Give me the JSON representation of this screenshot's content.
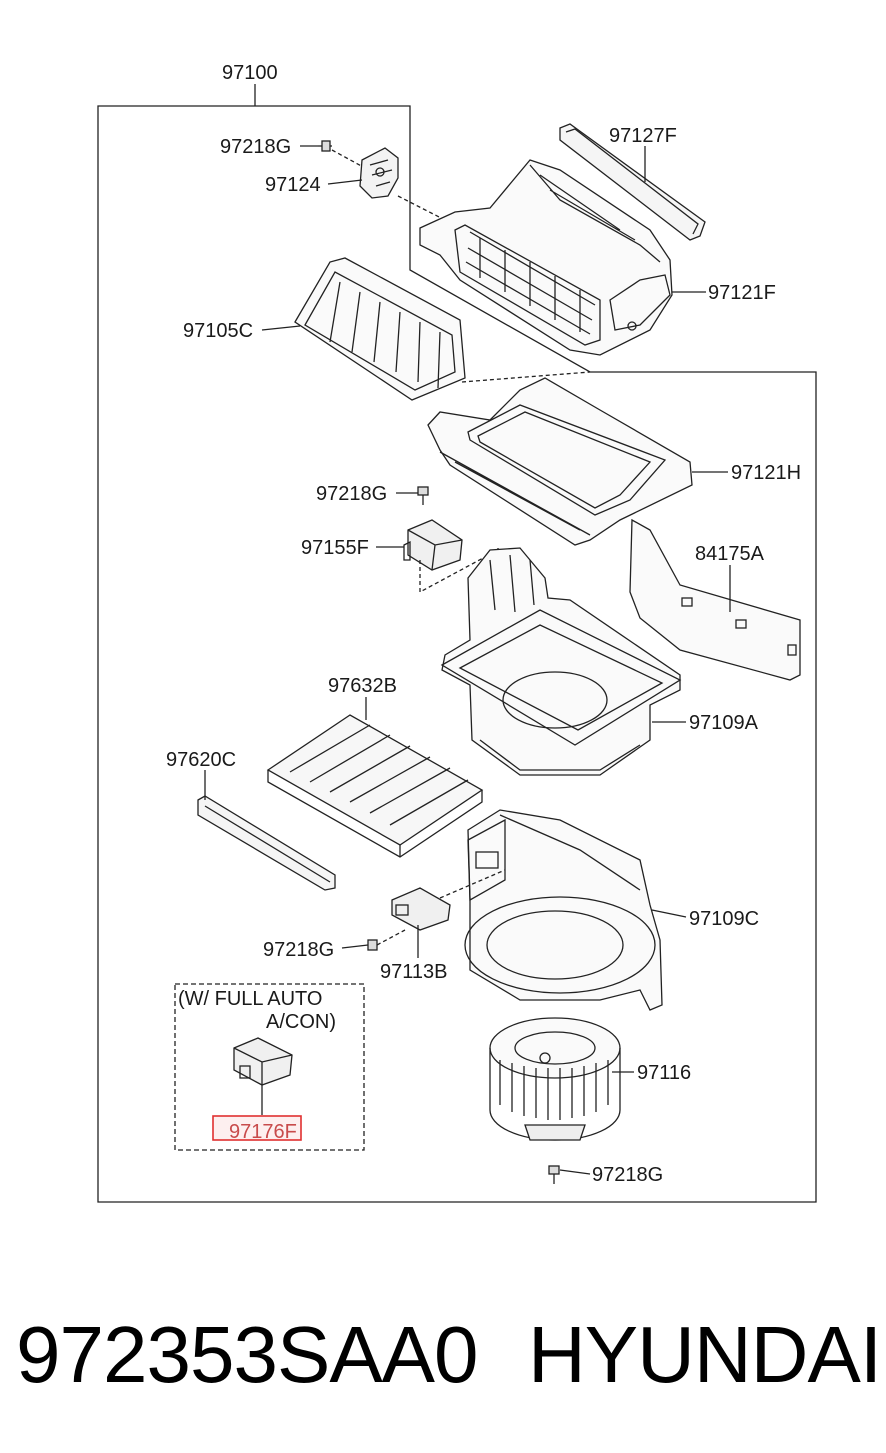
{
  "diagram": {
    "assembly_ref": "97100",
    "parts": {
      "p97218g_a": "97218G",
      "p97124": "97124",
      "p97127f": "97127F",
      "p97121f": "97121F",
      "p97105c": "97105C",
      "p97121h": "97121H",
      "p97218g_b": "97218G",
      "p97155f": "97155F",
      "p84175a": "84175A",
      "p97632b": "97632B",
      "p97109a": "97109A",
      "p97620c": "97620C",
      "p97109c": "97109C",
      "p97218g_c": "97218G",
      "p97113b": "97113B",
      "p97116": "97116",
      "p97218g_d": "97218G",
      "p97176f": "97176F"
    },
    "option_note": {
      "line1": "(W/ FULL AUTO",
      "line2": "A/CON)"
    },
    "highlight_color": "#e03030"
  },
  "footer": {
    "part_number": "972353SAA0",
    "brand": "HYUNDAI"
  }
}
